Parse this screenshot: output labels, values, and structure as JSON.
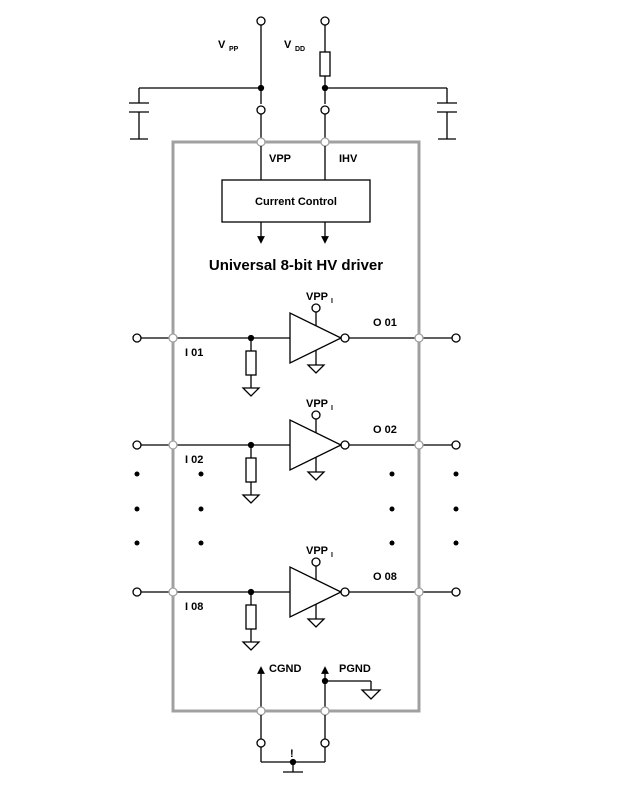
{
  "supplies": {
    "vpp_main": "V",
    "vpp_sub": "PP",
    "vdd_main": "V",
    "vdd_sub": "DD"
  },
  "pins": {
    "vpp": "VPP",
    "ihv": "IHV",
    "cgnd": "CGND",
    "pgnd": "PGND"
  },
  "blocks": {
    "current_control": "Current  Control"
  },
  "title": "Universal 8-bit HV driver",
  "channels": [
    {
      "input": "I 01",
      "output": "O 01",
      "supply_main": "VPP",
      "supply_sub": "I"
    },
    {
      "input": "I 02",
      "output": "O 02",
      "supply_main": "VPP",
      "supply_sub": "I"
    },
    {
      "input": "I 08",
      "output": "O 08",
      "supply_main": "VPP",
      "supply_sub": "I"
    }
  ],
  "ground_mark": "!"
}
